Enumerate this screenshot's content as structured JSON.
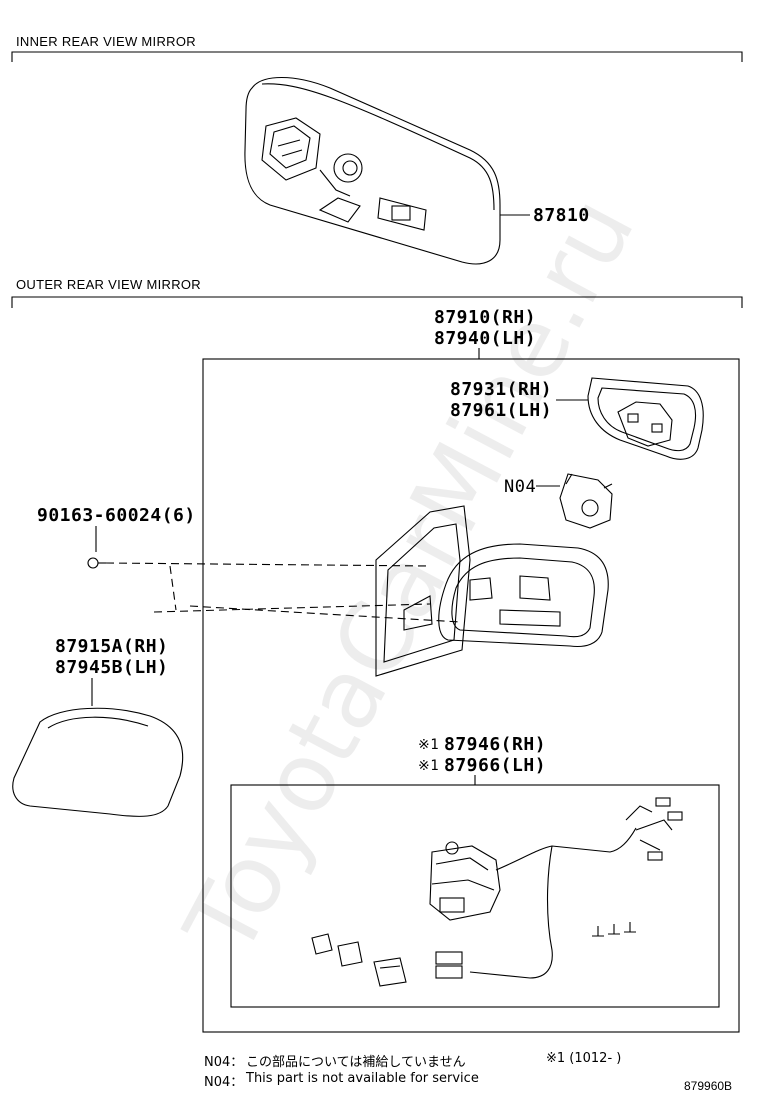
{
  "sections": {
    "inner_title": "INNER REAR VIEW MIRROR",
    "outer_title": "OUTER REAR VIEW MIRROR"
  },
  "parts": {
    "p87810": "87810",
    "p87910": "87910(RH)",
    "p87940": "87940(LH)",
    "p87931": "87931(RH)",
    "p87961": "87961(LH)",
    "n04": "N04",
    "p90163": "90163-60024(6)",
    "p87915": "87915A(RH)",
    "p87945": "87945B(LH)",
    "mark1": "※1",
    "p87946": "87946(RH)",
    "p87966": "87966(LH)"
  },
  "notes": {
    "jp_prefix": "N04：",
    "jp_text": "この部品については補給していません",
    "en_prefix": "N04：",
    "en_text": "This part is not available for service",
    "footnote": "※1 (1012-        )"
  },
  "code": "879960B",
  "watermark": "ToyotaCarMine.ru"
}
